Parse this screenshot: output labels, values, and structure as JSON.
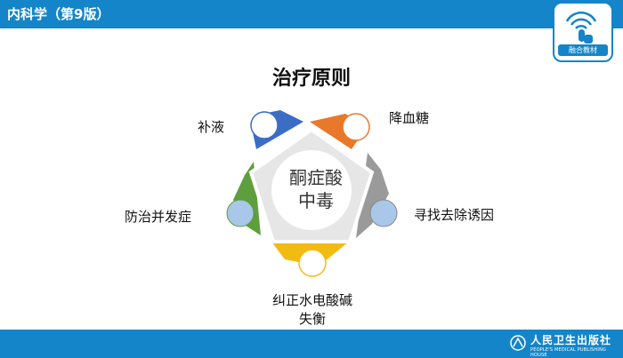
{
  "header": {
    "title": "内科学（第9版）"
  },
  "badge": {
    "label": "融合教材"
  },
  "footer": {
    "publisher_cn": "人民卫生出版社",
    "publisher_en": "PEOPLE'S MEDICAL PUBLISHING HOUSE"
  },
  "diagram": {
    "title": "治疗原则",
    "center_line1": "酮症酸",
    "center_line2": "中毒",
    "nodes": [
      {
        "label": "降血糖",
        "color": "#e8782a"
      },
      {
        "label": "寻找去除诱因",
        "color": "#9a9a9a"
      },
      {
        "label": "纠正水电酸碱",
        "label2": "失衡",
        "color": "#f2bb12"
      },
      {
        "label": "防治并发症",
        "color": "#5f9e3f"
      },
      {
        "label": "补液",
        "color": "#3c6dc4"
      }
    ]
  }
}
